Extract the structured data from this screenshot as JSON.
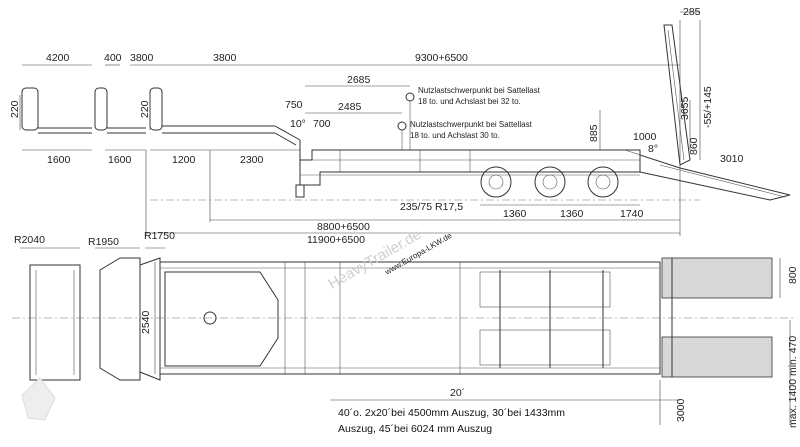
{
  "side_view": {
    "dims": {
      "d4200": "4200",
      "d400": "400",
      "d3800a": "3800",
      "d3800b": "3800",
      "d9300": "9300+6500",
      "d285": "285",
      "d2685": "2685",
      "d2485": "2485",
      "d750": "750",
      "d700": "700",
      "d10deg": "10°",
      "d220a": "220",
      "d220b": "220",
      "d1600a": "1600",
      "d1600b": "1600",
      "d1200": "1200",
      "d2300": "2300",
      "d885": "885",
      "d1000": "1000",
      "d8deg": "8°",
      "d860": "860",
      "d3655": "3655",
      "d55": "-55/+145",
      "d3010": "3010",
      "d235": "235/75 R17,5",
      "d1360a": "1360",
      "d1360b": "1360",
      "d1740": "1740",
      "d8800": "8800+6500",
      "d11900": "11900+6500"
    },
    "notes": {
      "note1_line1": "Nutzlastschwerpunkt bei Sattellast",
      "note1_line2": "18 to. und Achslast bei 32 to.",
      "note2_line1": "Nutzlastschwerpunkt bei Sattellast",
      "note2_line2": "18 to. und Achslast 30 to."
    }
  },
  "top_view": {
    "dims": {
      "r2040": "R2040",
      "r1950": "R1950",
      "r1750": "R1750",
      "d2540": "2540",
      "d800": "800",
      "d470": "max. 1400 min. 470",
      "d3000": "3000",
      "d20ft": "20´"
    },
    "note": {
      "line1": "40´o. 2x20´bei 4500mm Auszug, 30´bei 1433mm",
      "line2": "Auszug, 45´bei 6024 mm Auszug"
    }
  },
  "watermark": {
    "line1": "HeavyTrailer.de",
    "line2": "www.Europa-LKW.de"
  }
}
